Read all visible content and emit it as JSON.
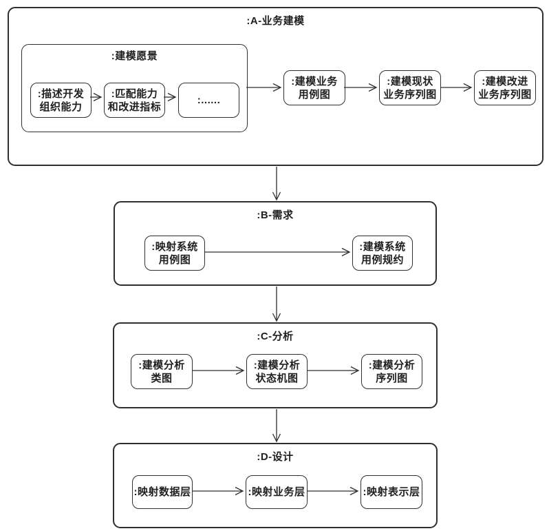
{
  "colors": {
    "line": "#2e2e2e",
    "background": "#ffffff",
    "text": "#1f1f1f"
  },
  "groups": {
    "business_modeling": {
      "title": ":A-业务建模"
    },
    "vision": {
      "title": ":建模愿景"
    },
    "requirements": {
      "title": ":B-需求"
    },
    "analysis": {
      "title": ":C-分析"
    },
    "design": {
      "title": ":D-设计"
    }
  },
  "nodes": {
    "describe_dev_capability": {
      "line1": ":描述开发",
      "line2": "组织能力"
    },
    "match_capability_metrics": {
      "line1": ":匹配能力",
      "line2": "和改进指标"
    },
    "ellipsis": {
      "line1": ":......"
    },
    "model_business_usecase_diagram": {
      "line1": ":建模业务",
      "line2": "用例图"
    },
    "model_current_business_sequence": {
      "line1": ":建模现状",
      "line2": "业务序列图"
    },
    "model_improved_business_sequence": {
      "line1": ":建模改进",
      "line2": "业务序列图"
    },
    "map_system_usecase_diagram": {
      "line1": ":映射系统",
      "line2": "用例图"
    },
    "model_system_usecase_spec": {
      "line1": ":建模系统",
      "line2": "用例规约"
    },
    "model_analysis_class_diagram": {
      "line1": ":建模分析",
      "line2": "类图"
    },
    "model_analysis_statemachine_diagram": {
      "line1": ":建模分析",
      "line2": "状态机图"
    },
    "model_analysis_sequence_diagram": {
      "line1": ":建模分析",
      "line2": "序列图"
    },
    "map_data_layer": {
      "line1": ":映射数据层"
    },
    "map_business_layer": {
      "line1": ":映射业务层"
    },
    "map_presentation_layer": {
      "line1": ":映射表示层"
    }
  }
}
